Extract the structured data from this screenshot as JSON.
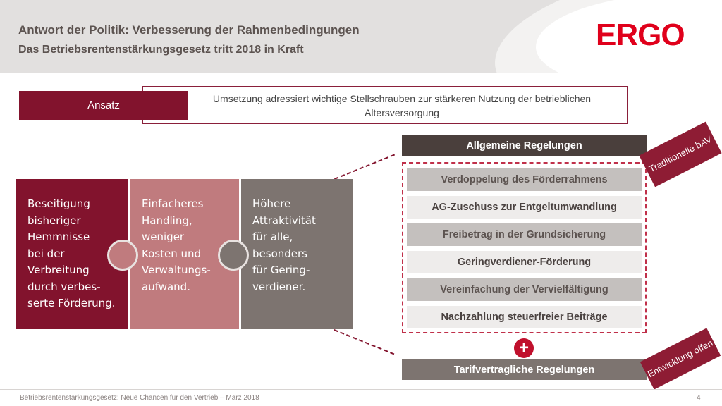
{
  "header": {
    "title": "Antwort der Politik: Verbesserung der Rahmenbedingungen",
    "subtitle": "Das Betriebsrentenstärkungsgesetz tritt 2018 in Kraft",
    "logo_text": "ERGO"
  },
  "ansatz": {
    "label": "Ansatz",
    "text": "Umsetzung adressiert wichtige Stellschrauben zur stärkeren Nutzung der betrieblichen Altersversorgung"
  },
  "puzzle": [
    {
      "lines": [
        "Beseitigung",
        "bisheriger",
        "Hemmnisse",
        "bei der",
        "Verbreitung",
        "durch verbes-",
        "serte Förderung."
      ]
    },
    {
      "lines": [
        "Einfacheres",
        "Handling,",
        "weniger",
        "Kosten und",
        "Verwaltungs-",
        "aufwand."
      ]
    },
    {
      "lines": [
        "Höhere",
        "Attraktivität",
        "für alle,",
        "besonders",
        "für Gering-",
        "verdiener."
      ]
    }
  ],
  "allgemeine": {
    "header": "Allgemeine Regelungen",
    "items": [
      "Verdoppelung des Förderrahmens",
      "AG-Zuschuss zur Entgeltumwandlung",
      "Freibetrag in der Grundsicherung",
      "Geringverdiener-Förderung",
      "Vereinfachung der Vervielfältigung",
      "Nachzahlung steuerfreier Beiträge"
    ]
  },
  "plus_symbol": "+",
  "tarif": "Tarifvertragliche Regelungen",
  "badges": {
    "top": "Traditionelle bAV",
    "bottom": "Entwicklung offen"
  },
  "footer": {
    "text": "Betriebsrentenstärkungsgesetz: Neue Chancen für den Vertrieb – März 2018",
    "page": "4"
  },
  "colors": {
    "brand_red": "#e0001b",
    "burgundy": "#82132d",
    "rose": "#c07b7e",
    "taupe": "#7d7470"
  }
}
